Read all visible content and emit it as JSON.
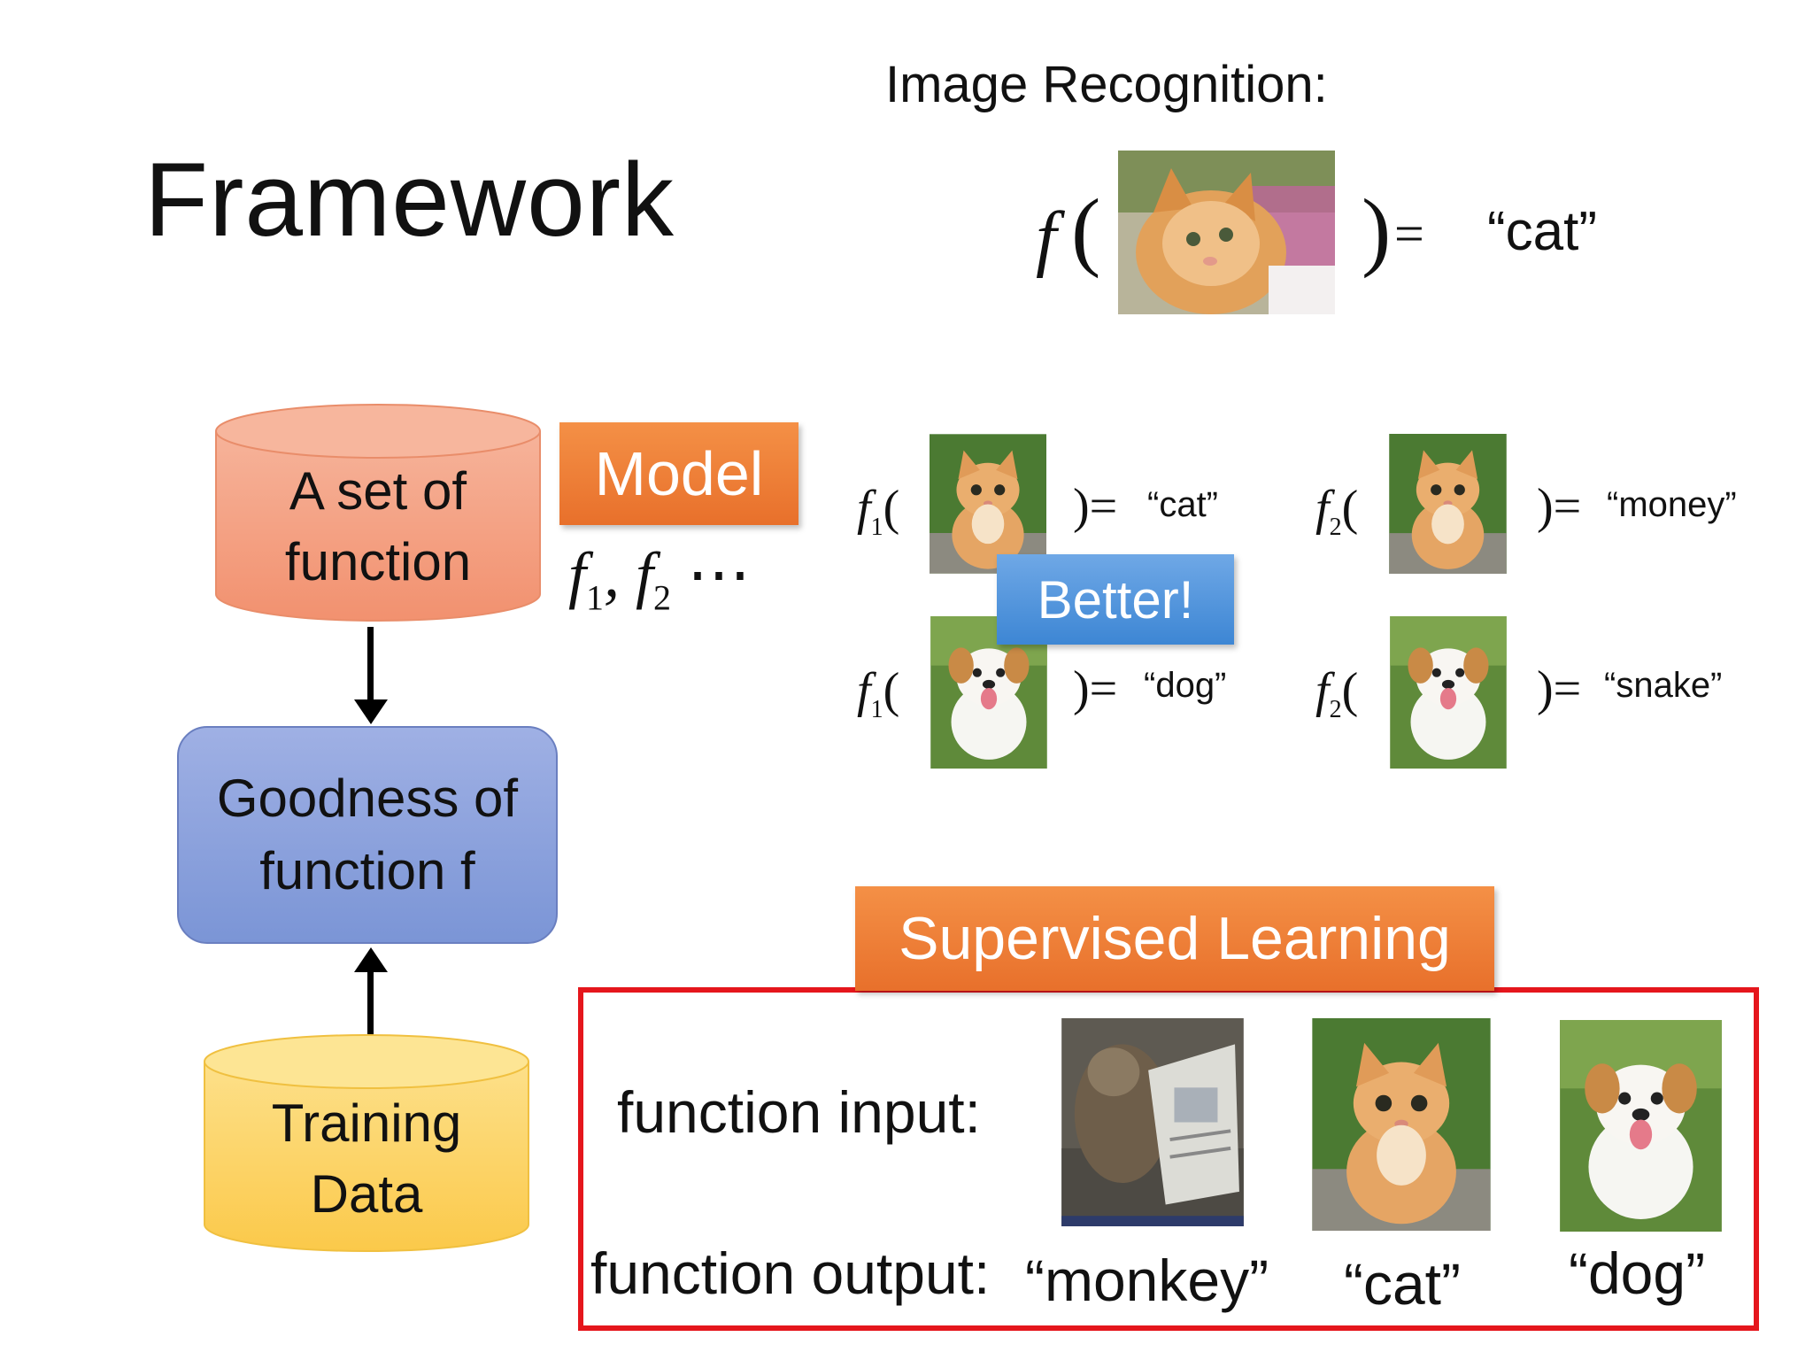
{
  "title": "Framework",
  "image_recognition": {
    "heading": "Image Recognition:",
    "func": "f",
    "output": "“cat”"
  },
  "cylinders": {
    "function_set": {
      "line1": "A set of",
      "line2": "function",
      "color": "#f4a184"
    },
    "training_data": {
      "line1": "Training",
      "line2": "Data",
      "color": "#fbd46a"
    }
  },
  "goodness": {
    "line1": "Goodness of",
    "line2": "function f",
    "color": "#8da2de"
  },
  "model": {
    "tag": "Model",
    "f": "f",
    "sub1": "1",
    "sep": ", ",
    "sub2": "2",
    "ellipsis": " ⋯"
  },
  "examples": {
    "better_label": "Better!",
    "f": "f",
    "sub1": "1",
    "sub2": "2",
    "open": "(",
    "close_eq": ")=",
    "f1_outputs": [
      "“cat”",
      "“dog”"
    ],
    "f2_outputs": [
      "“money”",
      "“snake”"
    ]
  },
  "supervised": {
    "tag": "Supervised Learning",
    "input_label": "function input:",
    "output_label": "function output:",
    "outputs": [
      "“monkey”",
      "“cat”",
      "“dog”"
    ],
    "border_color": "#e5161c"
  },
  "colors": {
    "orange": "#ed7d31",
    "blue": "#4a8fd8"
  }
}
